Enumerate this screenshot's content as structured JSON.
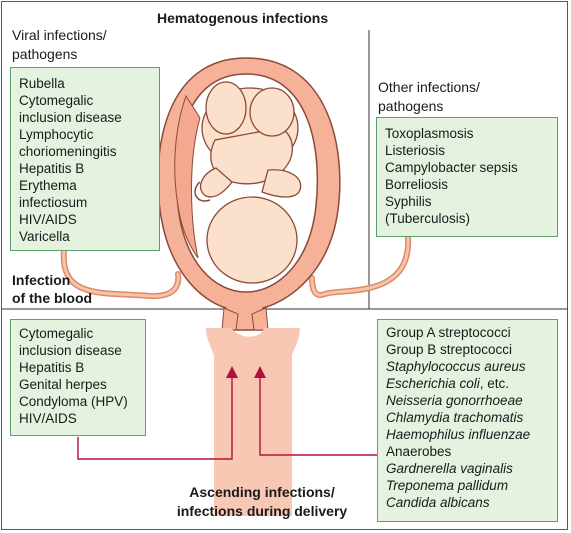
{
  "headings": {
    "hematogenous": "Hematogenous infections",
    "viral": "Viral infections/\npathogens",
    "other": "Other infections/\npathogens",
    "blood": "Infection\nof the blood",
    "ascending": "Ascending infections/\ninfections during delivery"
  },
  "viral_box": [
    "Rubella",
    "Cytomegalic",
    "inclusion disease",
    "Lymphocytic",
    "choriomeningitis",
    "Hepatitis B",
    "Erythema",
    "infectiosum",
    "HIV/AIDS",
    "Varicella"
  ],
  "other_box": [
    "Toxoplasmosis",
    "Listeriosis",
    "Campylobacter sepsis",
    "Borreliosis",
    "Syphilis",
    "(Tuberculosis)"
  ],
  "ascending_left_box": [
    "Cytomegalic",
    "inclusion disease",
    "Hepatitis B",
    "Genital herpes",
    "Condyloma (HPV)",
    "HIV/AIDS"
  ],
  "ascending_right_box": [
    {
      "text": "Group A streptococci",
      "italic": false
    },
    {
      "text": "Group B streptococci",
      "italic": false
    },
    {
      "text": "Staphylococcus aureus",
      "italic": true
    },
    {
      "text": "Escherichia coli",
      "italic": true,
      "suffix": ", etc."
    },
    {
      "text": "Neisseria gonorrhoeae",
      "italic": true
    },
    {
      "text": "Chlamydia trachomatis",
      "italic": true
    },
    {
      "text": "Haemophilus influenzae",
      "italic": true
    },
    {
      "text": "Anaerobes",
      "italic": false
    },
    {
      "text": "Gardnerella vaginalis",
      "italic": true
    },
    {
      "text": "Treponema pallidum",
      "italic": true
    },
    {
      "text": "Candida albicans",
      "italic": true
    }
  ],
  "colors": {
    "box_fill": "#e6f2e0",
    "box_border": "#5ba36a",
    "uterus": "#f6b199",
    "uterus_outline": "#8c4a3a",
    "fetus": "#fbe0cb",
    "pointer": "#b2123a"
  }
}
